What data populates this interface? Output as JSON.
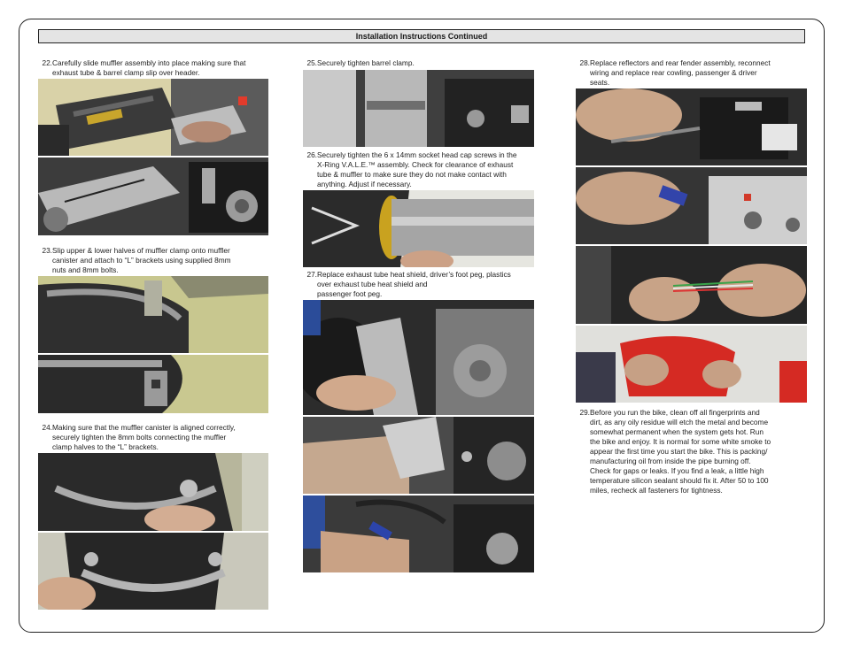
{
  "header": {
    "title": "Installation Instructions Continued"
  },
  "steps": {
    "s22": {
      "num": "22.",
      "lines": [
        "Carefully slide muffler assembly into place making sure that",
        "exhaust tube & barrel clamp slip over header."
      ]
    },
    "s23": {
      "num": "23.",
      "lines": [
        "Slip upper & lower halves of muffler clamp onto muffler",
        "canister and attach to “L” brackets using supplied 8mm",
        "nuts and 8mm bolts."
      ]
    },
    "s24": {
      "num": "24.",
      "lines": [
        "Making sure that the muffler canister is aligned correctly,",
        "securely tighten the 8mm bolts connecting the muffler",
        "clamp halves to the “L” brackets."
      ]
    },
    "s25": {
      "num": "25.",
      "lines": [
        "Securely tighten barrel clamp."
      ]
    },
    "s26": {
      "num": "26.",
      "lines": [
        "Securely tighten the 6 x 14mm socket head cap screws in the",
        "X-Ring V.A.L.E.™ assembly.  Check for clearance of exhaust",
        "tube & muffler to make sure they do not make contact with",
        "anything.  Adjust if necessary."
      ]
    },
    "s27": {
      "num": "27.",
      "lines": [
        "Replace exhaust tube heat shield, driver’s foot peg, plastics",
        "over exhaust tube heat shield and",
        "passenger foot peg."
      ]
    },
    "s28": {
      "num": "28.",
      "lines": [
        "Replace reflectors and rear fender assembly, reconnect",
        "wiring and replace rear cowling, passenger & driver",
        "seats."
      ]
    },
    "s29": {
      "num": "29.",
      "lines": [
        "Before you run the bike, clean off all fingerprints and",
        "dirt, as any oily residue will etch the metal and become",
        "somewhat permanent when the system gets hot. Run",
        "the bike and enjoy. It is normal for some white smoke to",
        "appear the first time you start the bike. This is packing/",
        "manufacturing oil from inside the pipe burning off.",
        "Check for gaps or leaks. If you find a leak, a little high",
        "temperature silicon sealant should fix it. After 50 to 100",
        "miles, recheck all fasteners for tightness."
      ]
    }
  },
  "colors": {
    "border": "#222222",
    "title_bg": "#e4e4e4",
    "text": "#1a1a1a"
  }
}
